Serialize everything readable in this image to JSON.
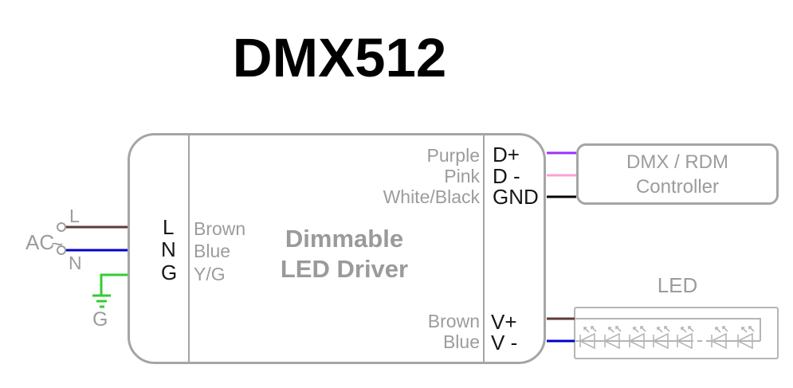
{
  "title": "DMX512",
  "colors": {
    "wire_purple": "#9933ff",
    "wire_pink": "#ff9fd6",
    "wire_black": "#000000",
    "wire_brown": "#5e3a3a",
    "wire_blue": "#0000cc",
    "wire_green": "#33cc33",
    "outline_gray": "#a5a5a5",
    "led_gray": "#b5b5b5",
    "text_gray": "#9c9c9c"
  },
  "ac_input": {
    "label": "AC",
    "tilde": "~",
    "live": "L",
    "neutral": "N",
    "ground": "G"
  },
  "driver": {
    "terminals_left": [
      "L",
      "N",
      "G"
    ],
    "input_wire_colors": [
      "Brown",
      "Blue",
      "Y/G"
    ],
    "name_line1": "Dimmable",
    "name_line2": "LED Driver",
    "dmx_wire_colors": [
      "Purple",
      "Pink",
      "White/Black"
    ],
    "dmx_terminals": [
      "D+",
      "D -",
      "GND"
    ],
    "output_wire_colors": [
      "Brown",
      "Blue"
    ],
    "output_terminals": [
      "V+",
      "V -"
    ]
  },
  "controller": {
    "line1": "DMX / RDM",
    "line2": "Controller"
  },
  "led_strip": {
    "label": "LED",
    "diode_count": 7,
    "diode_centers_x": [
      738,
      769,
      800,
      830,
      860,
      903,
      936
    ]
  }
}
